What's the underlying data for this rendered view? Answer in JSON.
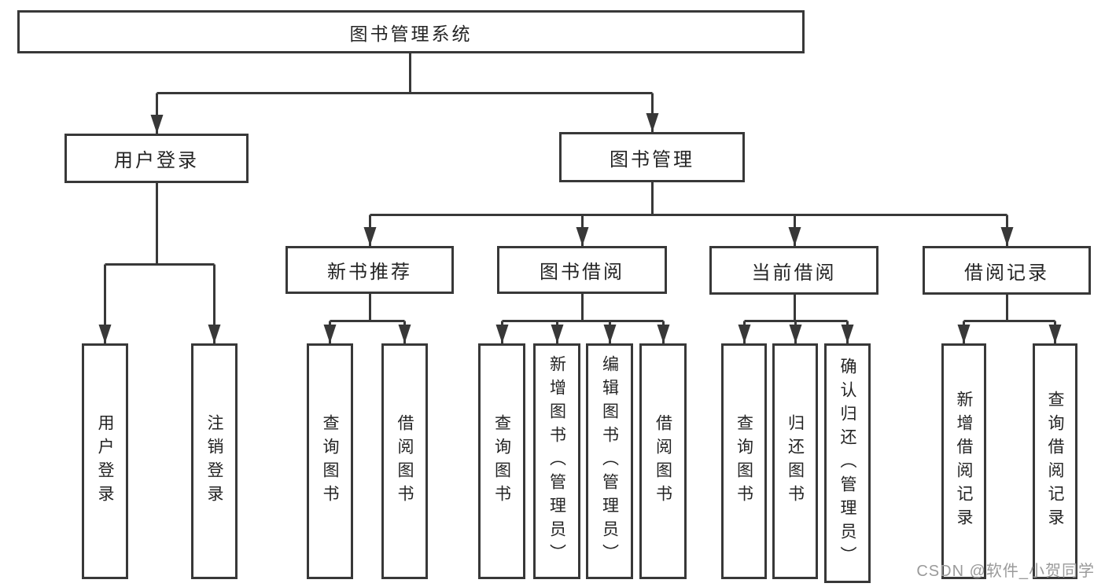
{
  "tree": {
    "label": "图书管理系统",
    "children": [
      {
        "label": "用户登录",
        "children": [
          {
            "label": "用户登录"
          },
          {
            "label": "注销登录"
          }
        ]
      },
      {
        "label": "图书管理",
        "children": [
          {
            "label": "新书推荐",
            "children": [
              {
                "label": "查询图书"
              },
              {
                "label": "借阅图书"
              }
            ]
          },
          {
            "label": "图书借阅",
            "children": [
              {
                "label": "查询图书"
              },
              {
                "label": "新增图书（管理员）"
              },
              {
                "label": "编辑图书（管理员）"
              },
              {
                "label": "借阅图书"
              }
            ]
          },
          {
            "label": "当前借阅",
            "children": [
              {
                "label": "查询图书"
              },
              {
                "label": "归还图书"
              },
              {
                "label": "确认归还（管理员）"
              }
            ]
          },
          {
            "label": "借阅记录",
            "children": [
              {
                "label": "新增借阅记录"
              },
              {
                "label": "查询借阅记录"
              }
            ]
          }
        ]
      }
    ]
  },
  "watermark": {
    "text": "CSDN @软件_小贺同学"
  },
  "colors": {
    "line": "#383838",
    "text": "#242424",
    "watermark": "#9a9a9a",
    "background": "#ffffff"
  }
}
